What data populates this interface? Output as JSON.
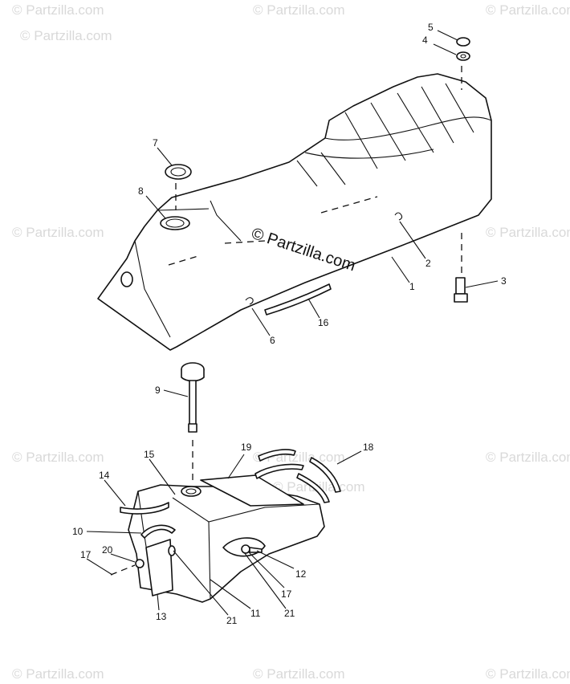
{
  "watermark": {
    "text": "© Partzilla.com",
    "center_text": "© Partzilla.com"
  },
  "callouts": {
    "c1": "1",
    "c2": "2",
    "c3": "3",
    "c4": "4",
    "c5": "5",
    "c6": "6",
    "c7": "7",
    "c8": "8",
    "c9": "9",
    "c10": "10",
    "c11": "11",
    "c12": "12",
    "c13": "13",
    "c14": "14",
    "c15": "15",
    "c16": "16",
    "c17a": "17",
    "c17b": "17",
    "c18": "18",
    "c19": "19",
    "c20": "20",
    "c21a": "21",
    "c21b": "21"
  }
}
